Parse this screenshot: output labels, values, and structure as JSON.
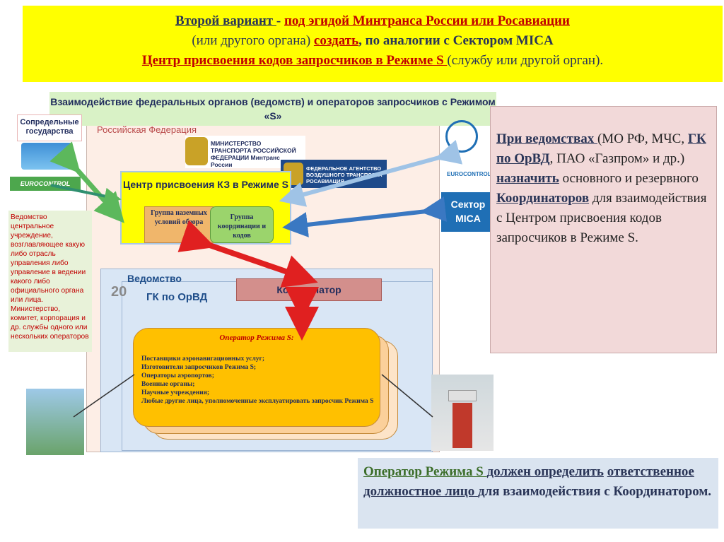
{
  "header": {
    "line1_part1": "Второй вариант ",
    "line1_dash": "- ",
    "line1_part2": "под эгидой Минтранса России или Росавиации",
    "line2_part1": "(или другого органа) ",
    "line2_create": "создать",
    "line2_part2": ", по аналогии с  Сектором MICA",
    "line3_link": "Центр присвоения кодов запросчиков в Режиме S ",
    "line3_rest": "(службу или другой орган)."
  },
  "diagram": {
    "title": "Взаимодействие федеральных органов (ведомств) и операторов запросчиков  с Режимом «S»",
    "sovereign_states": "Сопредельные государства",
    "russian_federation": "Российская Федерация",
    "eurocontrol_left": "EUROCONTROL",
    "definition_text": "Ведомство  центральное учреждение, возглавляющее какую либо отрасль управления либо управление в ведении какого либо официального органа или лица. Министерство, комитет, корпорация и др. службы одного или нескольких операторов",
    "mintrans_text": "МИНИСТЕРСТВО ТРАНСПОРТА РОССИЙСКОЙ ФЕДЕРАЦИИ Минтранс России",
    "rosav_text": "ФЕДЕРАЛЬНОЕ АГЕНТСТВО ВОЗДУШНОГО ТРАНСПОРТА РОСАВИАЦИЯ",
    "eurocontrol_right": "EUROCONTROL",
    "mica_label": "Сектор MICA",
    "center_title": "Центр присвоения КЗ в Режиме S",
    "group1": "Группа наземных условий обзора",
    "group2": "Группа координации и кодов",
    "dept_label": "Ведомство",
    "dept_logo": "20",
    "gk_label": "ГК по ОрВД",
    "coordinator": "Координатор",
    "operator_title": "Оператор Режима S:",
    "operator_list": [
      "Поставщики аэронавигационных услуг;",
      "Изготовители запросчиков Режима S;",
      "Операторы аэропортов;",
      "Военные органы;",
      "Научные учреждения;",
      "Любые другие лица, уполномоченные эксплуатировать запросчик Режима S"
    ]
  },
  "side": {
    "p1_u": "При ведомствах ",
    "p1_rest": "(МО РФ, МЧС, ",
    "p1_gk": "ГК по ОрВД",
    "p1_end": ", ПАО «Газпром» и др.)",
    "p2_u": "назначить",
    "p2_rest": " основного и резервного ",
    "p3_u": "Координаторов",
    "p3_rest": " для взаимодействия с Центром присвоения кодов запросчиков в Режиме S."
  },
  "bottom": {
    "p1": "Оператор Режима S ",
    "p2": "должен ",
    "p3": "определить",
    "p4": "ответственное должностное лицо ",
    "p5": "для взаимодействия с Координатором."
  },
  "colors": {
    "header_bg": "#ffff00",
    "accent_red": "#c00000",
    "accent_blue": "#2a3557",
    "center_yellow": "#ffff00",
    "operator_orange": "#ffc000",
    "mica_blue": "#1f6fb5"
  }
}
